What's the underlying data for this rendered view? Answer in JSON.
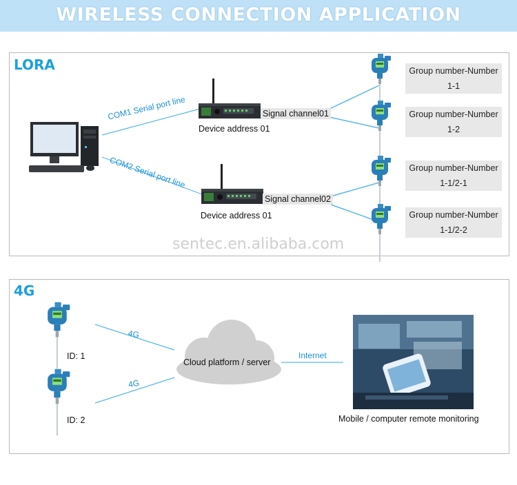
{
  "banner": {
    "title": "WIRELESS CONNECTION APPLICATION"
  },
  "lora": {
    "title": "LORA",
    "links": {
      "com1": "COM1 Serial port line",
      "com2": "COM2 Serial port line"
    },
    "devices": [
      {
        "address": "Device address 01",
        "channel": "Signal channel01"
      },
      {
        "address": "Device address 01",
        "channel": "Signal channel02"
      }
    ],
    "groups": [
      {
        "title": "Group number-Number",
        "number": "1-1"
      },
      {
        "title": "Group number-Number",
        "number": "1-2"
      },
      {
        "title": "Group number-Number",
        "number": "1-1/2-1"
      },
      {
        "title": "Group number-Number",
        "number": "1-1/2-2"
      }
    ],
    "watermark": "sentec.en.alibaba.com"
  },
  "g4": {
    "title": "4G",
    "links": {
      "top": "4G",
      "bottom": "4G",
      "internet": "Internet"
    },
    "ids": [
      "ID: 1",
      "ID: 2"
    ],
    "cloud": "Cloud platform / server",
    "monitor": "Mobile / computer remote monitoring"
  },
  "colors": {
    "accent": "#1ba0e0",
    "banner": "#bfe1f7",
    "transmitter": "#2a7fb8",
    "link": "#5ab7e6"
  },
  "icons": [
    "computer-icon",
    "gateway-icon",
    "antenna-icon",
    "transmitter-icon",
    "cloud-icon",
    "laptop-phone-icon"
  ]
}
